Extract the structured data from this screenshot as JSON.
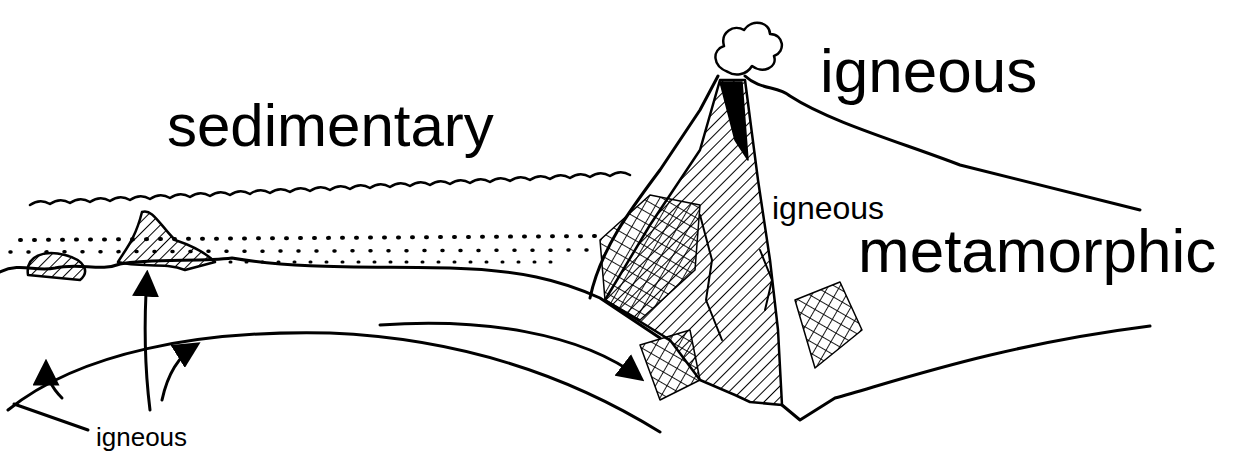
{
  "diagram": {
    "labels": [
      "igneous",
      "sedimentary",
      "igneous",
      "metamorphic",
      "igneous"
    ]
  }
}
